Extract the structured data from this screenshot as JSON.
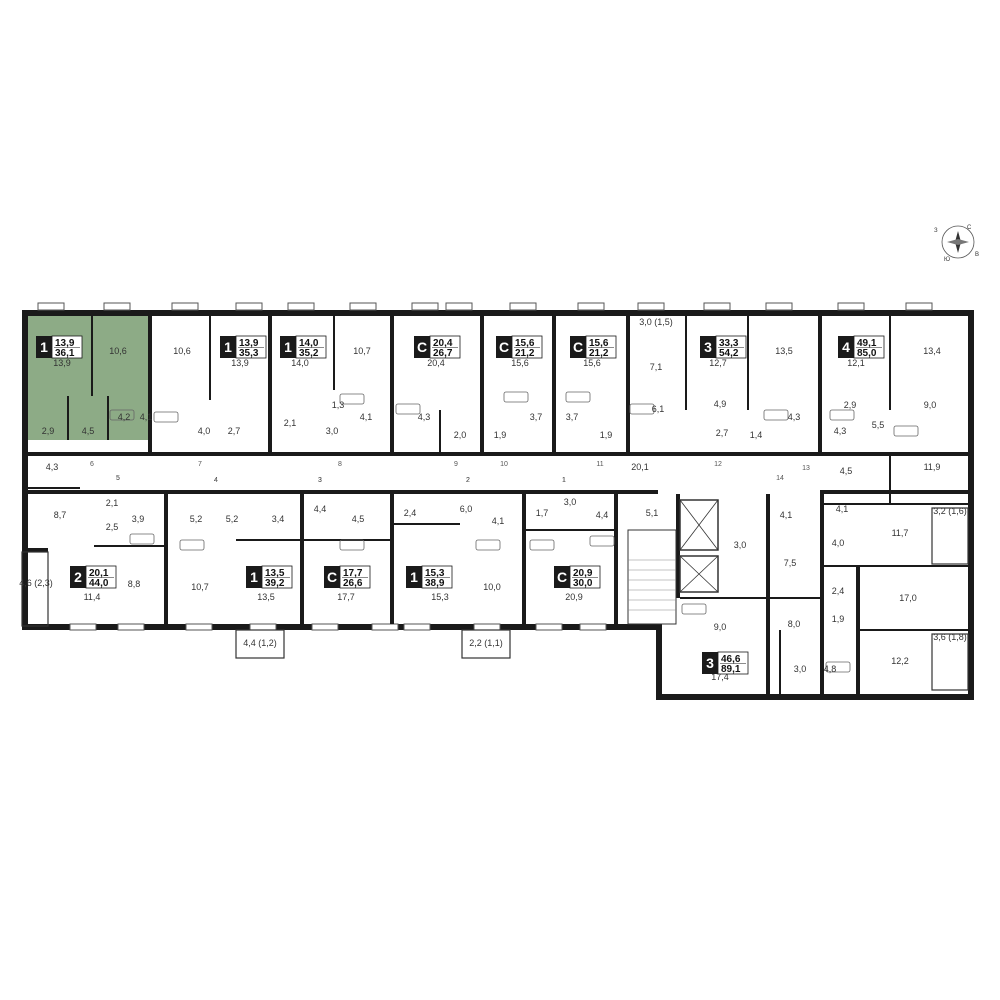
{
  "accent": {
    "selected_fill": "#8dab86",
    "badge_fill": "#1a1a1a"
  },
  "apartments": [
    {
      "id": "apt-selected",
      "rooms": "1",
      "living": "13,9",
      "total": "36,1"
    },
    {
      "id": "apt-b",
      "rooms": "1",
      "living": "13,9",
      "total": "35,3"
    },
    {
      "id": "apt-c",
      "rooms": "1",
      "living": "14,0",
      "total": "35,2"
    },
    {
      "id": "apt-d",
      "rooms": "С",
      "living": "20,4",
      "total": "26,7"
    },
    {
      "id": "apt-e",
      "rooms": "С",
      "living": "15,6",
      "total": "21,2"
    },
    {
      "id": "apt-f",
      "rooms": "С",
      "living": "15,6",
      "total": "21,2"
    },
    {
      "id": "apt-g",
      "rooms": "3",
      "living": "33,3",
      "total": "54,2"
    },
    {
      "id": "apt-h",
      "rooms": "4",
      "living": "49,1",
      "total": "85,0"
    },
    {
      "id": "apt-i",
      "rooms": "2",
      "living": "20,1",
      "total": "44,0"
    },
    {
      "id": "apt-j",
      "rooms": "1",
      "living": "13,5",
      "total": "39,2"
    },
    {
      "id": "apt-k",
      "rooms": "С",
      "living": "17,7",
      "total": "26,6"
    },
    {
      "id": "apt-l",
      "rooms": "1",
      "living": "15,3",
      "total": "38,9"
    },
    {
      "id": "apt-m",
      "rooms": "С",
      "living": "20,9",
      "total": "30,0"
    },
    {
      "id": "apt-n",
      "rooms": "3",
      "living": "46,6",
      "total": "89,1"
    }
  ],
  "room_areas": [
    "10,6",
    "13,9",
    "2,9",
    "4,5",
    "4,2",
    "10,6",
    "4,1",
    "4,0",
    "13,9",
    "2,7",
    "14,0",
    "2,1",
    "10,7",
    "1,3",
    "3,0",
    "4,1",
    "4,3",
    "20,4",
    "2,0",
    "15,6",
    "1,9",
    "3,7",
    "3,7",
    "15,6",
    "1,9",
    "3,0 (1,5)",
    "7,1",
    "6,1",
    "12,7",
    "4,9",
    "2,7",
    "1,4",
    "13,5",
    "4,3",
    "12,1",
    "2,9",
    "4,3",
    "13,4",
    "9,0",
    "5,5",
    "11,9",
    "4,5",
    "20,1",
    "4,3",
    "8,7",
    "2,1",
    "2,5",
    "3,9",
    "5,2",
    "5,2",
    "3,4",
    "4,4",
    "4,5",
    "2,4",
    "6,0",
    "4,1",
    "1,7",
    "3,0",
    "4,4",
    "5,1",
    "4,1",
    "4,1",
    "11,7",
    "3,2 (1,6)",
    "4,0",
    "11,4",
    "8,8",
    "10,7",
    "13,5",
    "17,7",
    "15,3",
    "10,0",
    "20,9",
    "3,0",
    "7,5",
    "2,4",
    "17,0",
    "1,9",
    "9,0",
    "8,0",
    "12,2",
    "3,6 (1,8)",
    "17,4",
    "3,0",
    "4,8",
    "4,6 (2,3)",
    "4,4 (1,2)",
    "2,2 (1,1)"
  ],
  "corridor_numbers": [
    "1",
    "2",
    "3",
    "4",
    "5",
    "6",
    "7",
    "8",
    "9",
    "10",
    "11",
    "12",
    "13",
    "14",
    "1",
    "2",
    "3",
    "4",
    "5"
  ],
  "compass": {
    "n": "С",
    "s": "Ю",
    "w": "З",
    "e": "В"
  }
}
